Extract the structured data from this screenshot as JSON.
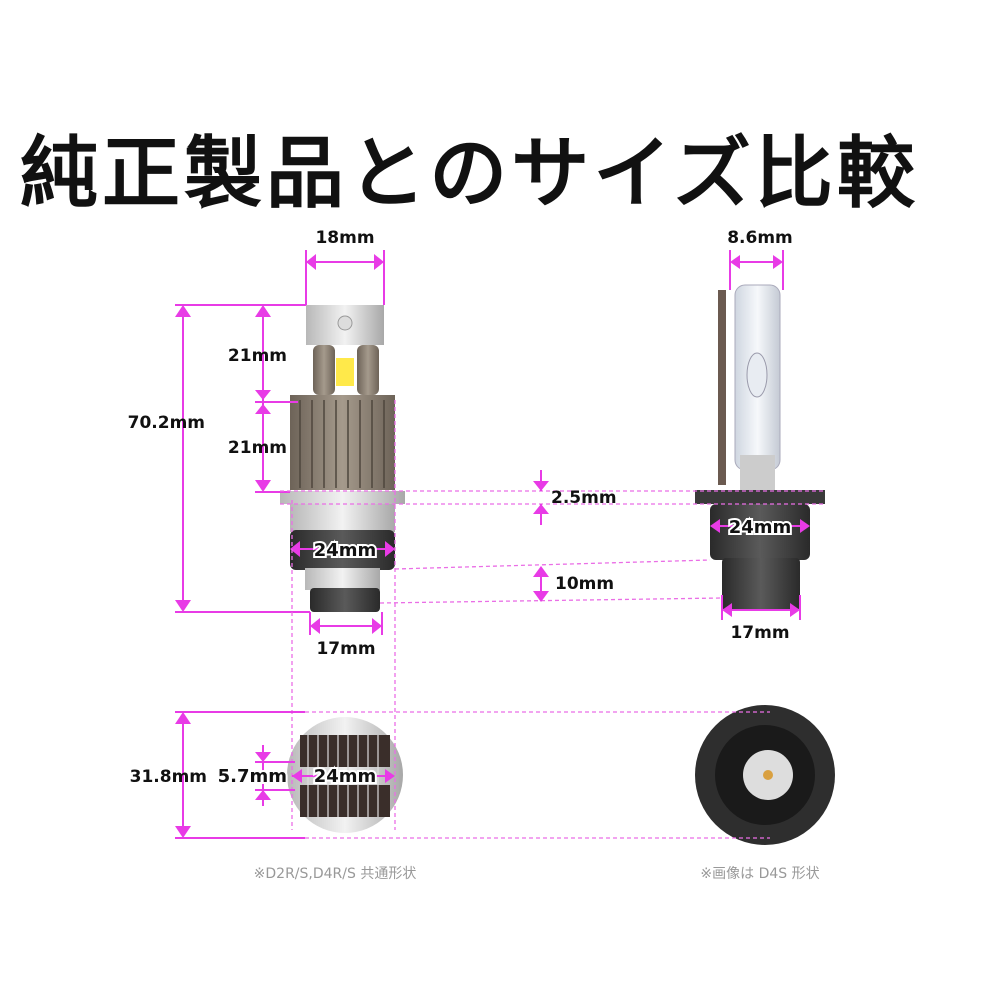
{
  "title": "純正製品とのサイズ比較",
  "accent_color": "#e83be6",
  "led_bulb": {
    "width_top": "18mm",
    "total_height": "70.2mm",
    "upper_section": "21mm",
    "lower_section": "21mm",
    "flange_thickness": "2.5mm",
    "collar_diameter": "24mm",
    "base_height": "10mm",
    "base_diameter": "17mm"
  },
  "hid_bulb": {
    "glass_width": "8.6mm",
    "collar_diameter": "24mm",
    "base_diameter": "17mm"
  },
  "end_view": {
    "outer_diameter": "31.8mm",
    "notch_width": "5.7mm",
    "inner_diameter": "24mm"
  },
  "captions": {
    "left": "※D2R/S,D4R/S 共通形状",
    "right": "※画像は D4S 形状"
  }
}
